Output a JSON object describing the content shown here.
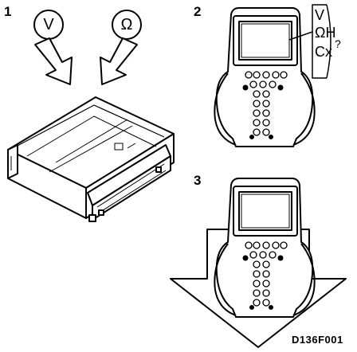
{
  "steps": [
    {
      "number": "1"
    },
    {
      "number": "2"
    },
    {
      "number": "3"
    }
  ],
  "step1": {
    "volt_symbol": "V",
    "ohm_symbol": "Ω"
  },
  "step2": {
    "measurements": [
      "V",
      "ΩH",
      "Cx"
    ],
    "extra_glyph": "?"
  },
  "figure_code": "D136F001",
  "icons": {
    "arrow": "down-arrow-icon",
    "module": "electronic-module-icon",
    "scan_tool": "handheld-scan-tool-icon"
  }
}
